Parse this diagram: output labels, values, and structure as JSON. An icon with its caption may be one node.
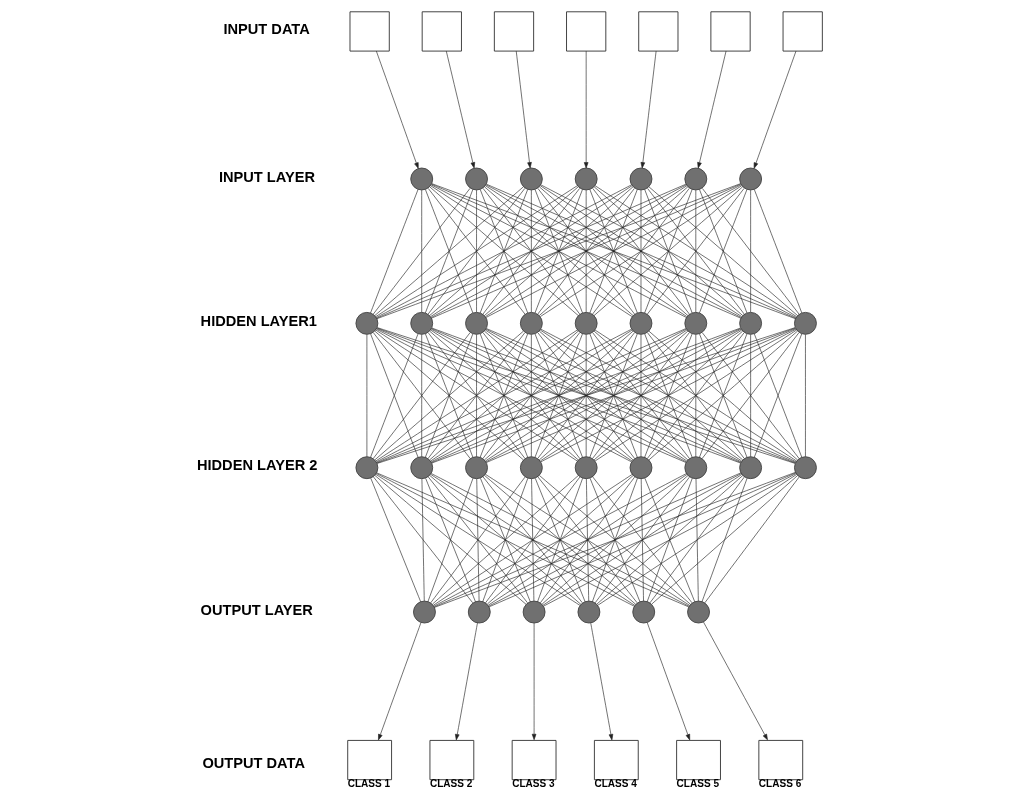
{
  "diagram": {
    "nodes": [
      {
        "text": [],
        "shape": "box"
      },
      {
        "text": [],
        "shape": "box"
      },
      {
        "text": [],
        "shape": "box"
      },
      {
        "text": [],
        "shape": "box"
      },
      {
        "text": [],
        "shape": "box"
      },
      {
        "text": [],
        "shape": "box"
      },
      {
        "text": [],
        "shape": "box"
      },
      {
        "text": [],
        "shape": "circle"
      },
      {
        "text": [],
        "shape": "circle"
      },
      {
        "text": [],
        "shape": "circle"
      },
      {
        "text": [],
        "shape": "circle"
      },
      {
        "text": [],
        "shape": "circle"
      },
      {
        "text": [],
        "shape": "circle"
      },
      {
        "text": [],
        "shape": "circle"
      },
      {
        "text": [],
        "shape": "circle"
      },
      {
        "text": [],
        "shape": "circle"
      },
      {
        "text": [],
        "shape": "circle"
      },
      {
        "text": [],
        "shape": "circle"
      },
      {
        "text": [],
        "shape": "circle"
      },
      {
        "text": [],
        "shape": "circle"
      },
      {
        "text": [],
        "shape": "circle"
      },
      {
        "text": [],
        "shape": "circle"
      },
      {
        "text": [],
        "shape": "circle"
      },
      {
        "text": [],
        "shape": "circle"
      },
      {
        "text": [],
        "shape": "circle"
      },
      {
        "text": [],
        "shape": "circle"
      },
      {
        "text": [],
        "shape": "circle"
      },
      {
        "text": [],
        "shape": "circle"
      },
      {
        "text": [],
        "shape": "circle"
      },
      {
        "text": [],
        "shape": "circle"
      },
      {
        "text": [],
        "shape": "circle"
      },
      {
        "text": [],
        "shape": "circle"
      },
      {
        "text": [],
        "shape": "circle"
      },
      {
        "text": [],
        "shape": "circle"
      },
      {
        "text": [],
        "shape": "circle"
      },
      {
        "text": [],
        "shape": "circle"
      },
      {
        "text": [],
        "shape": "circle"
      },
      {
        "text": [],
        "shape": "circle"
      },
      {
        "text": [],
        "shape": "box",
        "beside": [
          "CLASS 1"
        ]
      },
      {
        "text": [],
        "shape": "box",
        "beside": [
          "CLASS 2"
        ]
      },
      {
        "text": [],
        "shape": "box",
        "beside": [
          "CLASS 3"
        ]
      },
      {
        "text": [],
        "shape": "box",
        "beside": [
          "CLASS 4"
        ]
      },
      {
        "text": [],
        "shape": "box",
        "beside": [
          "CLASS 5"
        ]
      },
      {
        "text": [],
        "shape": "box",
        "beside": [
          "CLASS 6"
        ]
      }
    ],
    "edges": [
      {
        "from": 0,
        "to": 7,
        "arrow": "to"
      },
      {
        "from": 1,
        "to": 8,
        "arrow": "to"
      },
      {
        "from": 2,
        "to": 9,
        "arrow": "to"
      },
      {
        "from": 3,
        "to": 10,
        "arrow": "to"
      },
      {
        "from": 4,
        "to": 11,
        "arrow": "to"
      },
      {
        "from": 5,
        "to": 12,
        "arrow": "to"
      },
      {
        "from": 6,
        "to": 13,
        "arrow": "to"
      },
      {
        "from": 7,
        "to": 14,
        "arrow": "none"
      },
      {
        "from": 7,
        "to": 15,
        "arrow": "none"
      },
      {
        "from": 7,
        "to": 16,
        "arrow": "none"
      },
      {
        "from": 7,
        "to": 17,
        "arrow": "none"
      },
      {
        "from": 7,
        "to": 18,
        "arrow": "none"
      },
      {
        "from": 7,
        "to": 19,
        "arrow": "none"
      },
      {
        "from": 7,
        "to": 20,
        "arrow": "none"
      },
      {
        "from": 7,
        "to": 21,
        "arrow": "none"
      },
      {
        "from": 7,
        "to": 22,
        "arrow": "none"
      },
      {
        "from": 8,
        "to": 14,
        "arrow": "none"
      },
      {
        "from": 8,
        "to": 15,
        "arrow": "none"
      },
      {
        "from": 8,
        "to": 16,
        "arrow": "none"
      },
      {
        "from": 8,
        "to": 17,
        "arrow": "none"
      },
      {
        "from": 8,
        "to": 18,
        "arrow": "none"
      },
      {
        "from": 8,
        "to": 19,
        "arrow": "none"
      },
      {
        "from": 8,
        "to": 20,
        "arrow": "none"
      },
      {
        "from": 8,
        "to": 21,
        "arrow": "none"
      },
      {
        "from": 8,
        "to": 22,
        "arrow": "none"
      },
      {
        "from": 9,
        "to": 14,
        "arrow": "none"
      },
      {
        "from": 9,
        "to": 15,
        "arrow": "none"
      },
      {
        "from": 9,
        "to": 16,
        "arrow": "none"
      },
      {
        "from": 9,
        "to": 17,
        "arrow": "none"
      },
      {
        "from": 9,
        "to": 18,
        "arrow": "none"
      },
      {
        "from": 9,
        "to": 19,
        "arrow": "none"
      },
      {
        "from": 9,
        "to": 20,
        "arrow": "none"
      },
      {
        "from": 9,
        "to": 21,
        "arrow": "none"
      },
      {
        "from": 9,
        "to": 22,
        "arrow": "none"
      },
      {
        "from": 10,
        "to": 14,
        "arrow": "none"
      },
      {
        "from": 10,
        "to": 15,
        "arrow": "none"
      },
      {
        "from": 10,
        "to": 16,
        "arrow": "none"
      },
      {
        "from": 10,
        "to": 17,
        "arrow": "none"
      },
      {
        "from": 10,
        "to": 18,
        "arrow": "none"
      },
      {
        "from": 10,
        "to": 19,
        "arrow": "none"
      },
      {
        "from": 10,
        "to": 20,
        "arrow": "none"
      },
      {
        "from": 10,
        "to": 21,
        "arrow": "none"
      },
      {
        "from": 10,
        "to": 22,
        "arrow": "none"
      },
      {
        "from": 11,
        "to": 14,
        "arrow": "none"
      },
      {
        "from": 11,
        "to": 15,
        "arrow": "none"
      },
      {
        "from": 11,
        "to": 16,
        "arrow": "none"
      },
      {
        "from": 11,
        "to": 17,
        "arrow": "none"
      },
      {
        "from": 11,
        "to": 18,
        "arrow": "none"
      },
      {
        "from": 11,
        "to": 19,
        "arrow": "none"
      },
      {
        "from": 11,
        "to": 20,
        "arrow": "none"
      },
      {
        "from": 11,
        "to": 21,
        "arrow": "none"
      },
      {
        "from": 11,
        "to": 22,
        "arrow": "none"
      },
      {
        "from": 12,
        "to": 14,
        "arrow": "none"
      },
      {
        "from": 12,
        "to": 15,
        "arrow": "none"
      },
      {
        "from": 12,
        "to": 16,
        "arrow": "none"
      },
      {
        "from": 12,
        "to": 17,
        "arrow": "none"
      },
      {
        "from": 12,
        "to": 18,
        "arrow": "none"
      },
      {
        "from": 12,
        "to": 19,
        "arrow": "none"
      },
      {
        "from": 12,
        "to": 20,
        "arrow": "none"
      },
      {
        "from": 12,
        "to": 21,
        "arrow": "none"
      },
      {
        "from": 12,
        "to": 22,
        "arrow": "none"
      },
      {
        "from": 13,
        "to": 14,
        "arrow": "none"
      },
      {
        "from": 13,
        "to": 15,
        "arrow": "none"
      },
      {
        "from": 13,
        "to": 16,
        "arrow": "none"
      },
      {
        "from": 13,
        "to": 17,
        "arrow": "none"
      },
      {
        "from": 13,
        "to": 18,
        "arrow": "none"
      },
      {
        "from": 13,
        "to": 19,
        "arrow": "none"
      },
      {
        "from": 13,
        "to": 20,
        "arrow": "none"
      },
      {
        "from": 13,
        "to": 21,
        "arrow": "none"
      },
      {
        "from": 13,
        "to": 22,
        "arrow": "none"
      },
      {
        "from": 14,
        "to": 23,
        "arrow": "none"
      },
      {
        "from": 14,
        "to": 24,
        "arrow": "none"
      },
      {
        "from": 14,
        "to": 25,
        "arrow": "none"
      },
      {
        "from": 14,
        "to": 26,
        "arrow": "none"
      },
      {
        "from": 14,
        "to": 27,
        "arrow": "none"
      },
      {
        "from": 14,
        "to": 28,
        "arrow": "none"
      },
      {
        "from": 14,
        "to": 29,
        "arrow": "none"
      },
      {
        "from": 14,
        "to": 30,
        "arrow": "none"
      },
      {
        "from": 14,
        "to": 31,
        "arrow": "none"
      },
      {
        "from": 15,
        "to": 23,
        "arrow": "none"
      },
      {
        "from": 15,
        "to": 24,
        "arrow": "none"
      },
      {
        "from": 15,
        "to": 25,
        "arrow": "none"
      },
      {
        "from": 15,
        "to": 26,
        "arrow": "none"
      },
      {
        "from": 15,
        "to": 27,
        "arrow": "none"
      },
      {
        "from": 15,
        "to": 28,
        "arrow": "none"
      },
      {
        "from": 15,
        "to": 29,
        "arrow": "none"
      },
      {
        "from": 15,
        "to": 30,
        "arrow": "none"
      },
      {
        "from": 15,
        "to": 31,
        "arrow": "none"
      },
      {
        "from": 16,
        "to": 23,
        "arrow": "none"
      },
      {
        "from": 16,
        "to": 24,
        "arrow": "none"
      },
      {
        "from": 16,
        "to": 25,
        "arrow": "none"
      },
      {
        "from": 16,
        "to": 26,
        "arrow": "none"
      },
      {
        "from": 16,
        "to": 27,
        "arrow": "none"
      },
      {
        "from": 16,
        "to": 28,
        "arrow": "none"
      },
      {
        "from": 16,
        "to": 29,
        "arrow": "none"
      },
      {
        "from": 16,
        "to": 30,
        "arrow": "none"
      },
      {
        "from": 16,
        "to": 31,
        "arrow": "none"
      },
      {
        "from": 17,
        "to": 23,
        "arrow": "none"
      },
      {
        "from": 17,
        "to": 24,
        "arrow": "none"
      },
      {
        "from": 17,
        "to": 25,
        "arrow": "none"
      },
      {
        "from": 17,
        "to": 26,
        "arrow": "none"
      },
      {
        "from": 17,
        "to": 27,
        "arrow": "none"
      },
      {
        "from": 17,
        "to": 28,
        "arrow": "none"
      },
      {
        "from": 17,
        "to": 29,
        "arrow": "none"
      },
      {
        "from": 17,
        "to": 30,
        "arrow": "none"
      },
      {
        "from": 17,
        "to": 31,
        "arrow": "none"
      },
      {
        "from": 18,
        "to": 23,
        "arrow": "none"
      },
      {
        "from": 18,
        "to": 24,
        "arrow": "none"
      },
      {
        "from": 18,
        "to": 25,
        "arrow": "none"
      },
      {
        "from": 18,
        "to": 26,
        "arrow": "none"
      },
      {
        "from": 18,
        "to": 27,
        "arrow": "none"
      },
      {
        "from": 18,
        "to": 28,
        "arrow": "none"
      },
      {
        "from": 18,
        "to": 29,
        "arrow": "none"
      },
      {
        "from": 18,
        "to": 30,
        "arrow": "none"
      },
      {
        "from": 18,
        "to": 31,
        "arrow": "none"
      },
      {
        "from": 19,
        "to": 23,
        "arrow": "none"
      },
      {
        "from": 19,
        "to": 24,
        "arrow": "none"
      },
      {
        "from": 19,
        "to": 25,
        "arrow": "none"
      },
      {
        "from": 19,
        "to": 26,
        "arrow": "none"
      },
      {
        "from": 19,
        "to": 27,
        "arrow": "none"
      },
      {
        "from": 19,
        "to": 28,
        "arrow": "none"
      },
      {
        "from": 19,
        "to": 29,
        "arrow": "none"
      },
      {
        "from": 19,
        "to": 30,
        "arrow": "none"
      },
      {
        "from": 19,
        "to": 31,
        "arrow": "none"
      },
      {
        "from": 20,
        "to": 23,
        "arrow": "none"
      },
      {
        "from": 20,
        "to": 24,
        "arrow": "none"
      },
      {
        "from": 20,
        "to": 25,
        "arrow": "none"
      },
      {
        "from": 20,
        "to": 26,
        "arrow": "none"
      },
      {
        "from": 20,
        "to": 27,
        "arrow": "none"
      },
      {
        "from": 20,
        "to": 28,
        "arrow": "none"
      },
      {
        "from": 20,
        "to": 29,
        "arrow": "none"
      },
      {
        "from": 20,
        "to": 30,
        "arrow": "none"
      },
      {
        "from": 20,
        "to": 31,
        "arrow": "none"
      },
      {
        "from": 21,
        "to": 23,
        "arrow": "none"
      },
      {
        "from": 21,
        "to": 24,
        "arrow": "none"
      },
      {
        "from": 21,
        "to": 25,
        "arrow": "none"
      },
      {
        "from": 21,
        "to": 26,
        "arrow": "none"
      },
      {
        "from": 21,
        "to": 27,
        "arrow": "none"
      },
      {
        "from": 21,
        "to": 28,
        "arrow": "none"
      },
      {
        "from": 21,
        "to": 29,
        "arrow": "none"
      },
      {
        "from": 21,
        "to": 30,
        "arrow": "none"
      },
      {
        "from": 21,
        "to": 31,
        "arrow": "none"
      },
      {
        "from": 22,
        "to": 23,
        "arrow": "none"
      },
      {
        "from": 22,
        "to": 24,
        "arrow": "none"
      },
      {
        "from": 22,
        "to": 25,
        "arrow": "none"
      },
      {
        "from": 22,
        "to": 26,
        "arrow": "none"
      },
      {
        "from": 22,
        "to": 27,
        "arrow": "none"
      },
      {
        "from": 22,
        "to": 28,
        "arrow": "none"
      },
      {
        "from": 22,
        "to": 29,
        "arrow": "none"
      },
      {
        "from": 22,
        "to": 30,
        "arrow": "none"
      },
      {
        "from": 22,
        "to": 31,
        "arrow": "none"
      },
      {
        "from": 23,
        "to": 32,
        "arrow": "none"
      },
      {
        "from": 23,
        "to": 33,
        "arrow": "none"
      },
      {
        "from": 23,
        "to": 34,
        "arrow": "none"
      },
      {
        "from": 23,
        "to": 35,
        "arrow": "none"
      },
      {
        "from": 23,
        "to": 36,
        "arrow": "none"
      },
      {
        "from": 23,
        "to": 37,
        "arrow": "none"
      },
      {
        "from": 24,
        "to": 32,
        "arrow": "none"
      },
      {
        "from": 24,
        "to": 33,
        "arrow": "none"
      },
      {
        "from": 24,
        "to": 34,
        "arrow": "none"
      },
      {
        "from": 24,
        "to": 35,
        "arrow": "none"
      },
      {
        "from": 24,
        "to": 36,
        "arrow": "none"
      },
      {
        "from": 24,
        "to": 37,
        "arrow": "none"
      },
      {
        "from": 25,
        "to": 32,
        "arrow": "none"
      },
      {
        "from": 25,
        "to": 33,
        "arrow": "none"
      },
      {
        "from": 25,
        "to": 34,
        "arrow": "none"
      },
      {
        "from": 25,
        "to": 35,
        "arrow": "none"
      },
      {
        "from": 25,
        "to": 36,
        "arrow": "none"
      },
      {
        "from": 25,
        "to": 37,
        "arrow": "none"
      },
      {
        "from": 26,
        "to": 32,
        "arrow": "none"
      },
      {
        "from": 26,
        "to": 33,
        "arrow": "none"
      },
      {
        "from": 26,
        "to": 34,
        "arrow": "none"
      },
      {
        "from": 26,
        "to": 35,
        "arrow": "none"
      },
      {
        "from": 26,
        "to": 36,
        "arrow": "none"
      },
      {
        "from": 26,
        "to": 37,
        "arrow": "none"
      },
      {
        "from": 27,
        "to": 32,
        "arrow": "none"
      },
      {
        "from": 27,
        "to": 33,
        "arrow": "none"
      },
      {
        "from": 27,
        "to": 34,
        "arrow": "none"
      },
      {
        "from": 27,
        "to": 35,
        "arrow": "none"
      },
      {
        "from": 27,
        "to": 36,
        "arrow": "none"
      },
      {
        "from": 27,
        "to": 37,
        "arrow": "none"
      },
      {
        "from": 28,
        "to": 32,
        "arrow": "none"
      },
      {
        "from": 28,
        "to": 33,
        "arrow": "none"
      },
      {
        "from": 28,
        "to": 34,
        "arrow": "none"
      },
      {
        "from": 28,
        "to": 35,
        "arrow": "none"
      },
      {
        "from": 28,
        "to": 36,
        "arrow": "none"
      },
      {
        "from": 28,
        "to": 37,
        "arrow": "none"
      },
      {
        "from": 29,
        "to": 32,
        "arrow": "none"
      },
      {
        "from": 29,
        "to": 33,
        "arrow": "none"
      },
      {
        "from": 29,
        "to": 34,
        "arrow": "none"
      },
      {
        "from": 29,
        "to": 35,
        "arrow": "none"
      },
      {
        "from": 29,
        "to": 36,
        "arrow": "none"
      },
      {
        "from": 29,
        "to": 37,
        "arrow": "none"
      },
      {
        "from": 30,
        "to": 32,
        "arrow": "none"
      },
      {
        "from": 30,
        "to": 33,
        "arrow": "none"
      },
      {
        "from": 30,
        "to": 34,
        "arrow": "none"
      },
      {
        "from": 30,
        "to": 35,
        "arrow": "none"
      },
      {
        "from": 30,
        "to": 36,
        "arrow": "none"
      },
      {
        "from": 30,
        "to": 37,
        "arrow": "none"
      },
      {
        "from": 31,
        "to": 32,
        "arrow": "none"
      },
      {
        "from": 31,
        "to": 33,
        "arrow": "none"
      },
      {
        "from": 31,
        "to": 34,
        "arrow": "none"
      },
      {
        "from": 31,
        "to": 35,
        "arrow": "none"
      },
      {
        "from": 31,
        "to": 36,
        "arrow": "none"
      },
      {
        "from": 31,
        "to": 37,
        "arrow": "none"
      },
      {
        "from": 32,
        "to": 38,
        "arrow": "to"
      },
      {
        "from": 33,
        "to": 39,
        "arrow": "to"
      },
      {
        "from": 34,
        "to": 40,
        "arrow": "to"
      },
      {
        "from": 35,
        "to": 41,
        "arrow": "to"
      },
      {
        "from": 36,
        "to": 42,
        "arrow": "to"
      },
      {
        "from": 37,
        "to": 43,
        "arrow": "to"
      }
    ],
    "labels": [
      "INPUT DATA",
      "INPUT LAYER",
      "HIDDEN LAYER1",
      "HIDDEN LAYER 2",
      "OUTPUT LAYER",
      "OUTPUT DATA"
    ]
  }
}
